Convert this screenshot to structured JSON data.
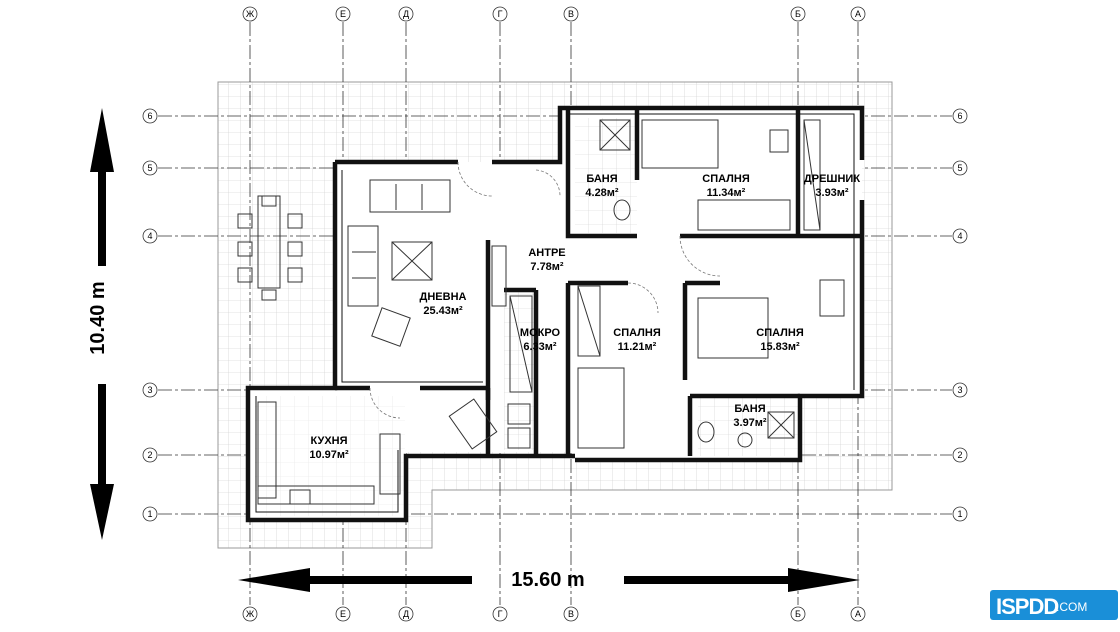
{
  "dimensions": {
    "width_label": "15.60 m",
    "height_label": "10.40 m"
  },
  "axes": {
    "columns": [
      "Ж",
      "Е",
      "Д",
      "Г",
      "В",
      "Б",
      "А"
    ],
    "rows": [
      "6",
      "5",
      "4",
      "3",
      "2",
      "1"
    ]
  },
  "rooms": [
    {
      "id": "banya1",
      "name": "БАНЯ",
      "area": "4.28м²"
    },
    {
      "id": "spalnya1",
      "name": "СПАЛНЯ",
      "area": "11.34м²"
    },
    {
      "id": "dreshnik",
      "name": "ДРЕШНИК",
      "area": "3.93м²"
    },
    {
      "id": "antre",
      "name": "АНТРЕ",
      "area": "7.78м²"
    },
    {
      "id": "dnevna",
      "name": "ДНЕВНА",
      "area": "25.43м²"
    },
    {
      "id": "mokro",
      "name": "МОКРО",
      "area": "6.33м²"
    },
    {
      "id": "spalnya2",
      "name": "СПАЛНЯ",
      "area": "11.21м²"
    },
    {
      "id": "spalnya3",
      "name": "СПАЛНЯ",
      "area": "15.83м²"
    },
    {
      "id": "banya2",
      "name": "БАНЯ",
      "area": "3.97м²"
    },
    {
      "id": "kuhnya",
      "name": "КУХНЯ",
      "area": "10.97м²"
    }
  ],
  "logo": {
    "main": "ISPDD",
    "domain": ".COM"
  }
}
